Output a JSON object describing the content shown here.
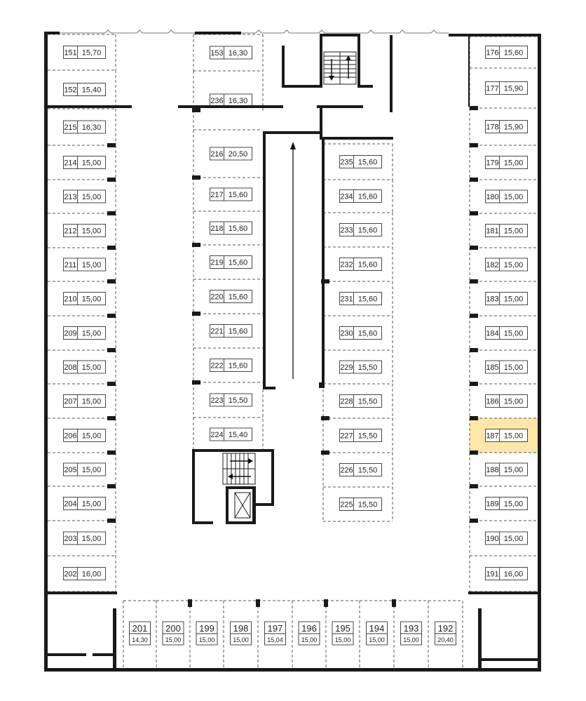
{
  "colors": {
    "wall": "#1a1a1a",
    "slot_line": "#555555",
    "highlight": "#fde7a8",
    "background": "#ffffff"
  },
  "highlighted_space": "187",
  "left_column": [
    {
      "id": "151",
      "area": "15,70"
    },
    {
      "id": "152",
      "area": "15,40"
    },
    {
      "id": "215",
      "area": "16,30"
    },
    {
      "id": "214",
      "area": "15,00"
    },
    {
      "id": "213",
      "area": "15,00"
    },
    {
      "id": "212",
      "area": "15,00"
    },
    {
      "id": "211",
      "area": "15,00"
    },
    {
      "id": "210",
      "area": "15,00"
    },
    {
      "id": "209",
      "area": "15,00"
    },
    {
      "id": "208",
      "area": "15,00"
    },
    {
      "id": "207",
      "area": "15,00"
    },
    {
      "id": "206",
      "area": "15,00"
    },
    {
      "id": "205",
      "area": "15,00"
    },
    {
      "id": "204",
      "area": "15,00"
    },
    {
      "id": "203",
      "area": "15,00"
    },
    {
      "id": "202",
      "area": "16,00"
    }
  ],
  "center_left_column": [
    {
      "id": "153",
      "area": "16,30"
    },
    {
      "id": "236",
      "area": "16,30"
    },
    {
      "id": "216",
      "area": "20,50"
    },
    {
      "id": "217",
      "area": "15,60"
    },
    {
      "id": "218",
      "area": "15,60"
    },
    {
      "id": "219",
      "area": "15,60"
    },
    {
      "id": "220",
      "area": "15,60"
    },
    {
      "id": "221",
      "area": "15,60"
    },
    {
      "id": "222",
      "area": "15,60"
    },
    {
      "id": "223",
      "area": "15,50"
    },
    {
      "id": "224",
      "area": "15,40"
    }
  ],
  "center_right_column": [
    {
      "id": "235",
      "area": "15,60"
    },
    {
      "id": "234",
      "area": "15,60"
    },
    {
      "id": "233",
      "area": "15,60"
    },
    {
      "id": "232",
      "area": "15,60"
    },
    {
      "id": "231",
      "area": "15,60"
    },
    {
      "id": "230",
      "area": "15,60"
    },
    {
      "id": "229",
      "area": "15,50"
    },
    {
      "id": "228",
      "area": "15,50"
    },
    {
      "id": "227",
      "area": "15,50"
    },
    {
      "id": "226",
      "area": "15,50"
    },
    {
      "id": "225",
      "area": "15,50"
    }
  ],
  "right_column": [
    {
      "id": "176",
      "area": "15,60"
    },
    {
      "id": "177",
      "area": "15,90"
    },
    {
      "id": "178",
      "area": "15,90"
    },
    {
      "id": "179",
      "area": "15,00"
    },
    {
      "id": "180",
      "area": "15,00"
    },
    {
      "id": "181",
      "area": "15,00"
    },
    {
      "id": "182",
      "area": "15,00"
    },
    {
      "id": "183",
      "area": "15,00"
    },
    {
      "id": "184",
      "area": "15,00"
    },
    {
      "id": "185",
      "area": "15,00"
    },
    {
      "id": "186",
      "area": "15,00"
    },
    {
      "id": "187",
      "area": "15,00"
    },
    {
      "id": "188",
      "area": "15,00"
    },
    {
      "id": "189",
      "area": "15,00"
    },
    {
      "id": "190",
      "area": "15,00"
    },
    {
      "id": "191",
      "area": "16,00"
    }
  ],
  "bottom_row": [
    {
      "id": "201",
      "area": "14,30"
    },
    {
      "id": "200",
      "area": "15,00"
    },
    {
      "id": "199",
      "area": "15,00"
    },
    {
      "id": "198",
      "area": "15,00"
    },
    {
      "id": "197",
      "area": "15,04"
    },
    {
      "id": "196",
      "area": "15,00"
    },
    {
      "id": "195",
      "area": "15,00"
    },
    {
      "id": "194",
      "area": "15,00"
    },
    {
      "id": "193",
      "area": "15,00"
    },
    {
      "id": "192",
      "area": "20,40"
    }
  ]
}
